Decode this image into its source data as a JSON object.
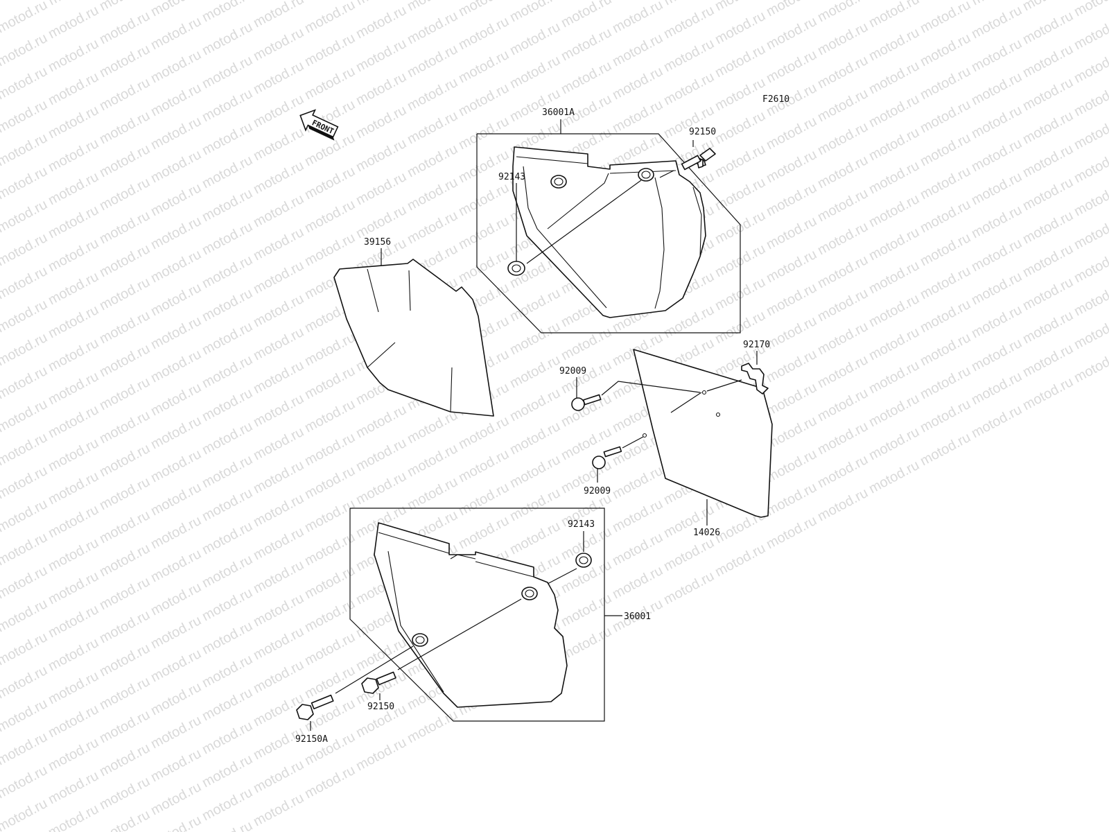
{
  "watermark": "motod.ru",
  "figure_code": "F2610",
  "front_label": "FRONT",
  "callouts": {
    "c_36001A": "36001A",
    "c_92150_top": "92150",
    "c_92143_top": "92143",
    "c_39156": "39156",
    "c_92170": "92170",
    "c_92009_a": "92009",
    "c_92009_b": "92009",
    "c_14026": "14026",
    "c_92143_bottom": "92143",
    "c_36001": "36001",
    "c_92150_bottom": "92150",
    "c_92150A": "92150A"
  }
}
